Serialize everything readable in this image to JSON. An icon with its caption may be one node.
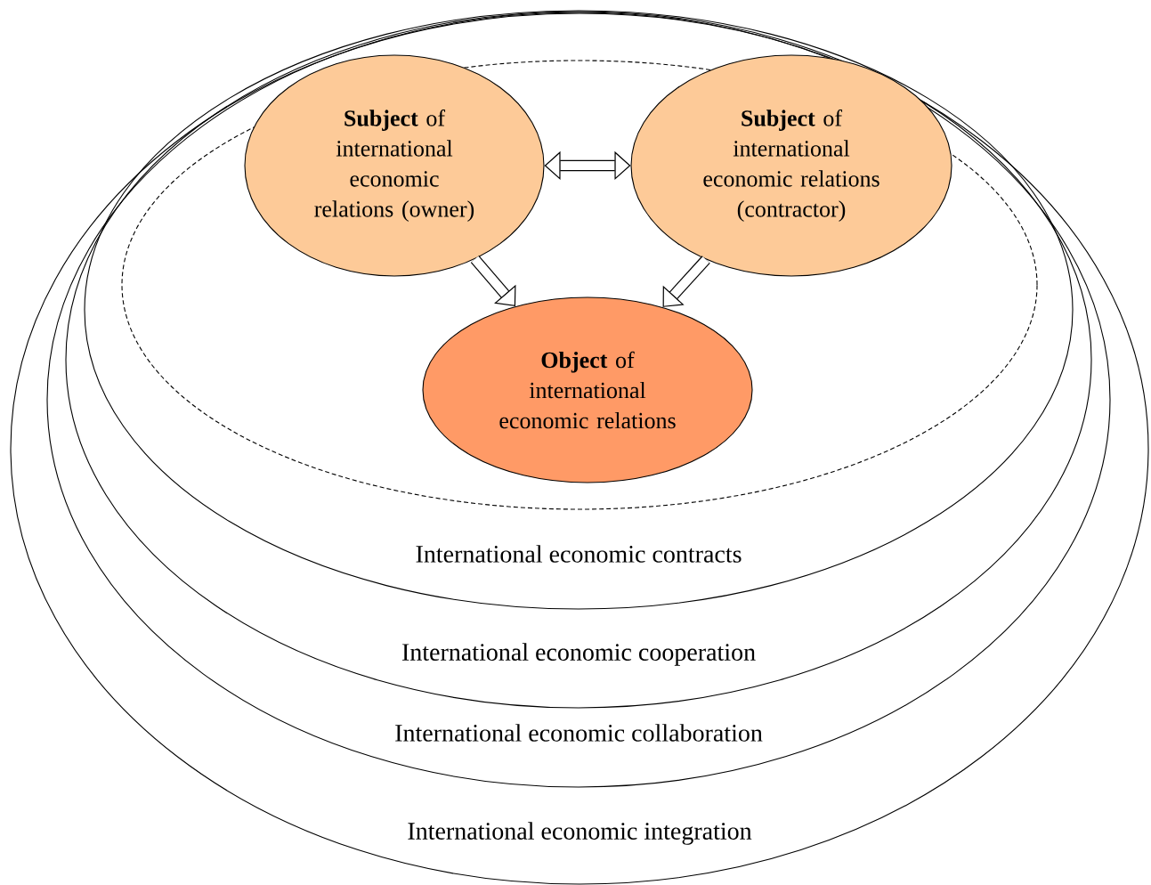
{
  "diagram": {
    "nodes": [
      {
        "text": [
          "International economic integration"
        ]
      },
      {
        "text": [
          "International economic collaboration"
        ],
        "in": 0
      },
      {
        "text": [
          "International economic cooperation"
        ],
        "in": 1
      },
      {
        "text": [
          "International economic contracts"
        ],
        "in": 2
      },
      {
        "text": [],
        "shape": "ellipse",
        "in": 3
      },
      {
        "text": [
          "**Subject** of international economic relations (owner)"
        ],
        "in": 4
      },
      {
        "text": [
          "**Subject** of international economic relations (contractor)"
        ],
        "in": 4
      },
      {
        "text": [
          "**Object** of international economic relations"
        ],
        "in": 4
      }
    ],
    "edges": [
      {
        "from": 5,
        "to": 6,
        "arrow": "both"
      },
      {
        "from": 5,
        "to": 7,
        "arrow": "to"
      },
      {
        "from": 6,
        "to": 7,
        "arrow": "to"
      }
    ]
  }
}
